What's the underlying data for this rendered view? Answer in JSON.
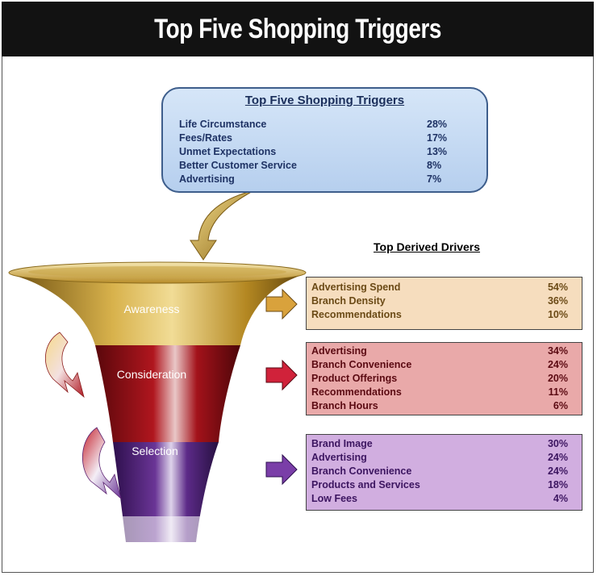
{
  "title": "Top Five Shopping Triggers",
  "triggers": {
    "heading": "Top Five Shopping Triggers",
    "items": [
      {
        "label": "Life Circumstance",
        "value": "28%"
      },
      {
        "label": "Fees/Rates",
        "value": "17%"
      },
      {
        "label": "Unmet Expectations",
        "value": "13%"
      },
      {
        "label": "Better Customer Service",
        "value": "8%"
      },
      {
        "label": "Advertising",
        "value": "7%"
      }
    ]
  },
  "funnel": {
    "stages": [
      {
        "label": "Awareness",
        "color": "#c49a2c"
      },
      {
        "label": "Consideration",
        "color": "#a8141c"
      },
      {
        "label": "Selection",
        "color": "#5f2a8c"
      }
    ]
  },
  "drivers": {
    "heading": "Top Derived Drivers",
    "awareness": [
      {
        "label": "Advertising Spend",
        "value": "54%"
      },
      {
        "label": "Branch Density",
        "value": "36%"
      },
      {
        "label": "Recommendations",
        "value": "10%"
      }
    ],
    "consideration": [
      {
        "label": "Advertising",
        "value": "34%"
      },
      {
        "label": "Branch Convenience",
        "value": "24%"
      },
      {
        "label": "Product Offerings",
        "value": "20%"
      },
      {
        "label": "Recommendations",
        "value": "11%"
      },
      {
        "label": "Branch Hours",
        "value": "6%"
      }
    ],
    "selection": [
      {
        "label": "Brand Image",
        "value": "30%"
      },
      {
        "label": "Advertising",
        "value": "24%"
      },
      {
        "label": "Branch Convenience",
        "value": "24%"
      },
      {
        "label": "Products and Services",
        "value": "18%"
      },
      {
        "label": "Low Fees",
        "value": "4%"
      }
    ]
  }
}
